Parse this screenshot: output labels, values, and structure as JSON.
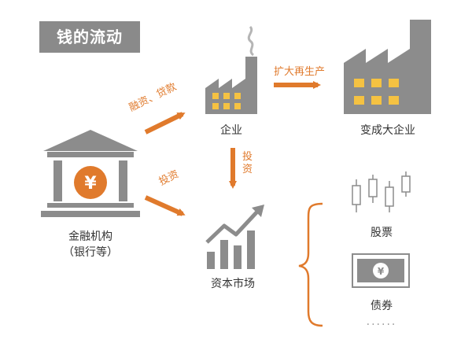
{
  "title": "钱的流动",
  "nodes": {
    "bank": {
      "label": "金融机构",
      "sublabel": "（银行等）",
      "icon": "bank-icon"
    },
    "enterprise": {
      "label": "企业",
      "icon": "factory-icon"
    },
    "big_enterprise": {
      "label": "变成大企业",
      "icon": "large-factory-icon"
    },
    "capital_market": {
      "label": "资本市场",
      "icon": "growth-chart-icon"
    },
    "stocks": {
      "label": "股票",
      "icon": "candlestick-icon"
    },
    "bonds": {
      "label": "债券",
      "icon": "bond-certificate-icon"
    },
    "more": {
      "label": "······"
    }
  },
  "flows": {
    "bank_to_enterprise": "融资、贷款",
    "bank_to_market": "投资",
    "enterprise_to_big": "扩大再生产",
    "enterprise_to_market": "投资"
  },
  "colors": {
    "accent": "#e07a2c",
    "icon_gray": "#8c8c8c",
    "title_bg": "#8a8a8a",
    "window": "#f5c242"
  }
}
